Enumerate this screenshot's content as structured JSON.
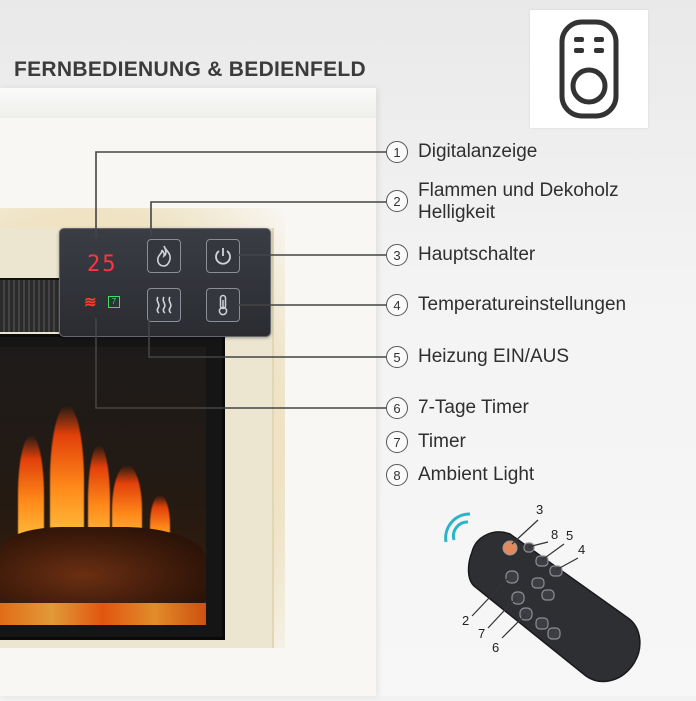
{
  "header": {
    "title": "FERNBEDIENUNG & BEDIENFELD"
  },
  "icon": {
    "name": "remote-control-icon"
  },
  "panel": {
    "display_value": "25",
    "timer_indicator": "7"
  },
  "items": [
    {
      "num": "1",
      "label": "Digitalanzeige"
    },
    {
      "num": "2",
      "label_line1": "Flammen und Dekoholz",
      "label_line2": "Helligkeit"
    },
    {
      "num": "3",
      "label": "Hauptschalter"
    },
    {
      "num": "4",
      "label": "Temperatureinstellungen"
    },
    {
      "num": "5",
      "label": "Heizung EIN/AUS"
    },
    {
      "num": "6",
      "label": "7-Tage Timer"
    },
    {
      "num": "7",
      "label": "Timer"
    },
    {
      "num": "8",
      "label": "Ambient Light"
    }
  ],
  "remote_labels": {
    "r3": "3",
    "r8": "8",
    "r5": "5",
    "r4": "4",
    "r2": "2",
    "r7": "7",
    "r6": "6"
  },
  "colors": {
    "display_red": "#ff3344",
    "timer_green": "#3fdc5a",
    "wifi_teal": "#2bb3c9",
    "power_orange": "#e08a5e"
  }
}
